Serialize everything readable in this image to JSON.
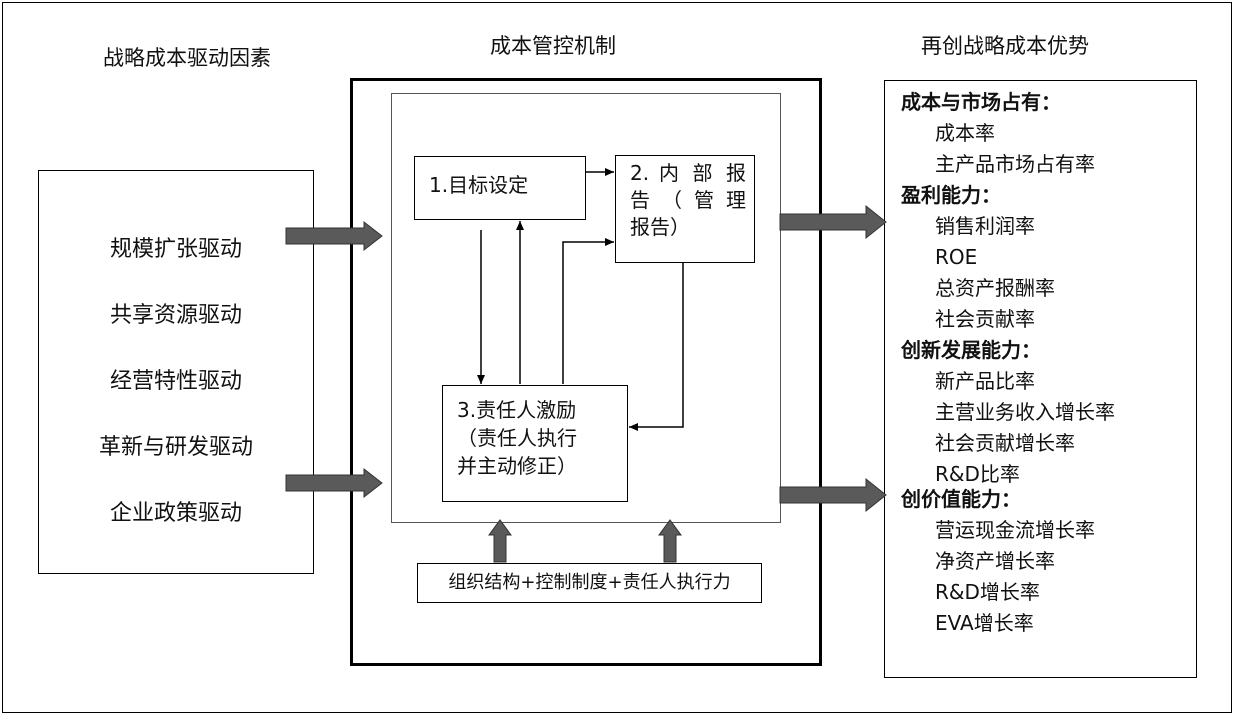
{
  "titles": {
    "left": "战略成本驱动因素",
    "center": "成本管控机制",
    "right": "再创战略成本优势"
  },
  "drivers": [
    "规模扩张驱动",
    "共享资源驱动",
    "经营特性驱动",
    "革新与研发驱动",
    "企业政策驱动"
  ],
  "mechanism": {
    "step1": "1.目标设定",
    "step2": "2. 内部报告（管理报告）",
    "step2_lines": [
      "2. 内 部 报",
      "告（管理",
      "报告）"
    ],
    "step3_lines": [
      "3.责任人激励",
      "（责任人执行",
      "并主动修正）"
    ],
    "foundation": "组织结构+控制制度+责任人执行力"
  },
  "advantages": [
    {
      "text": "成本与市场占有：",
      "head": true
    },
    {
      "text": "成本率",
      "head": false
    },
    {
      "text": "主产品市场占有率",
      "head": false
    },
    {
      "text": "盈利能力：",
      "head": true
    },
    {
      "text": "销售利润率",
      "head": false
    },
    {
      "text": "ROE",
      "head": false
    },
    {
      "text": "总资产报酬率",
      "head": false
    },
    {
      "text": "社会贡献率",
      "head": false
    },
    {
      "text": "创新发展能力：",
      "head": true
    },
    {
      "text": "新产品比率",
      "head": false
    },
    {
      "text": "主营业务收入增长率",
      "head": false
    },
    {
      "text": "社会贡献增长率",
      "head": false
    },
    {
      "text": "R&D比率",
      "head": false
    },
    {
      "text": "创价值能力：",
      "head": true
    },
    {
      "text": "营运现金流增长率",
      "head": false
    },
    {
      "text": "净资产增长率",
      "head": false
    },
    {
      "text": "R&D增长率",
      "head": false
    },
    {
      "text": "EVA增长率",
      "head": false
    }
  ],
  "colors": {
    "arrow_fill": "#5a5a5a",
    "line": "#000000"
  }
}
